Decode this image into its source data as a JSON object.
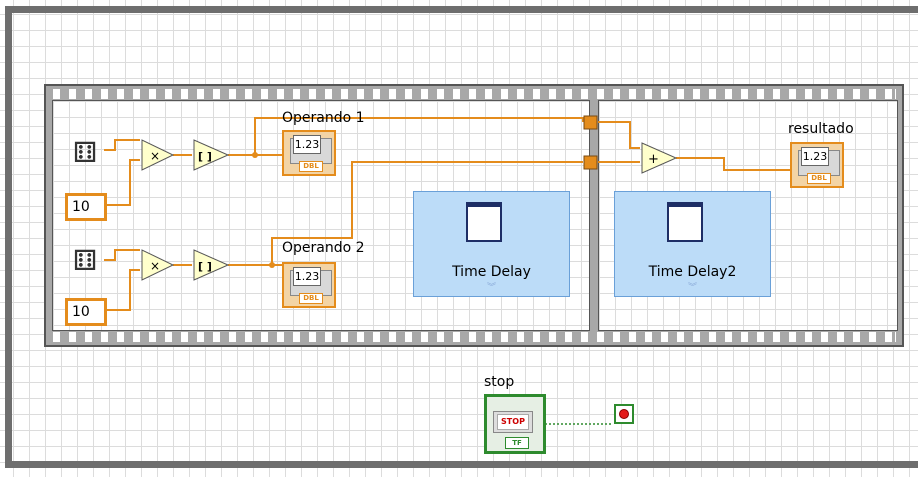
{
  "diagram": {
    "random_icon": "dice-icon",
    "constant_1": "10",
    "constant_2": "10",
    "multiply_symbol": "×",
    "round_symbol": "[ ]",
    "add_symbol": "+",
    "indicator_1_label": "Operando 1",
    "indicator_2_label": "Operando 2",
    "indicator_result_label": "resultado",
    "indicator_value": "1.23",
    "indicator_type": "DBL",
    "delay_1_title": "Time Delay",
    "delay_2_title": "Time Delay2",
    "stop_label": "stop",
    "stop_button_text": "STOP",
    "stop_type": "TF",
    "colors": {
      "numeric_wire": "#e48c1c",
      "boolean_wire": "#2e8b2e",
      "express_vi": "#bcdcf8",
      "frame": "#a8a8a8"
    }
  }
}
